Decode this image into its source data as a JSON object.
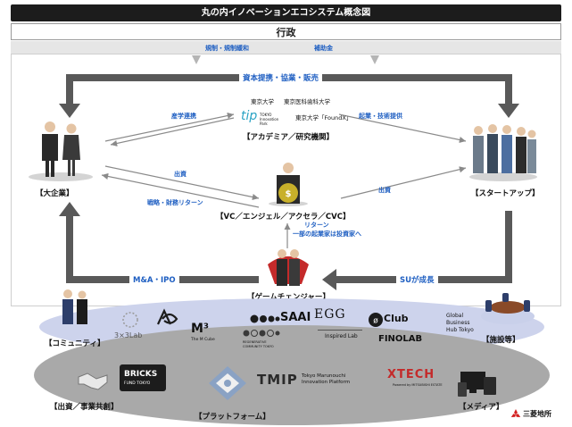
{
  "header": {
    "title": "丸の内イノベーションエコシステム概念図"
  },
  "government": {
    "label": "行政",
    "regulation": "規制・規制緩和",
    "subsidy": "補助金"
  },
  "top_flow": {
    "label": "資本提携・協業・販売"
  },
  "academia": {
    "uni1": "東京大学",
    "uni2": "東京医科歯科大学",
    "tip_mark": "tip",
    "tip_text": "TOKYO Innovation Park",
    "foundx": "東京大学「FoundX」",
    "label": "【アカデミア／研究機関】"
  },
  "arrows": {
    "industry_academia": "産学連携",
    "startup_tech": "起業・技術提供",
    "invest_left": "出資",
    "strategy_return": "戦略・財務リターン",
    "invest_right": "出資",
    "return": "リターン",
    "serial": "一部の起業家は投資家へ"
  },
  "nodes": {
    "enterprise": "【大企業】",
    "startup": "【スタートアップ】",
    "vc": "【VC／エンジェル／アクセラ／CVC】",
    "gamechanger": "【ゲームチェンジャー】"
  },
  "bottom_flows": {
    "ma_ipo": "M&A・IPO",
    "su_growth": "SUが成長"
  },
  "community": {
    "label": "【コミュニティ】",
    "logos": {
      "lab33": "3×3Lab",
      "mcube": "M³",
      "mcube_sub": "The M Cube",
      "saai": "SAAI",
      "egg": "EGG",
      "egg_sub": "Inspired Lab",
      "regen": "REGENERATIVE COMMUNITY TOKYO",
      "oclub": "Club",
      "finolab": "FINOLAB",
      "gbh": "Global Business Hub Tokyo"
    }
  },
  "facilities": {
    "label": "【施設等】"
  },
  "platform": {
    "invest_label": "【出資／事業共創】",
    "bricks": "BRICKS",
    "bricks_sub": "FUND TOKYO",
    "tmip": "TMIP",
    "tmip_line1": "Tokyo Marunouchi",
    "tmip_line2": "Innovation Platform",
    "platform_label": "【プラットフォーム】",
    "xtech": "XTECH",
    "xtech_sub": "Powered by MITSUBISHI ESTATE",
    "media_label": "【メディア】",
    "company": "三菱地所"
  },
  "colors": {
    "dark": "#1c1c1c",
    "blue": "#1f5fc2",
    "arrow_gray": "#595959",
    "ellipse": "#a9a9a9"
  }
}
